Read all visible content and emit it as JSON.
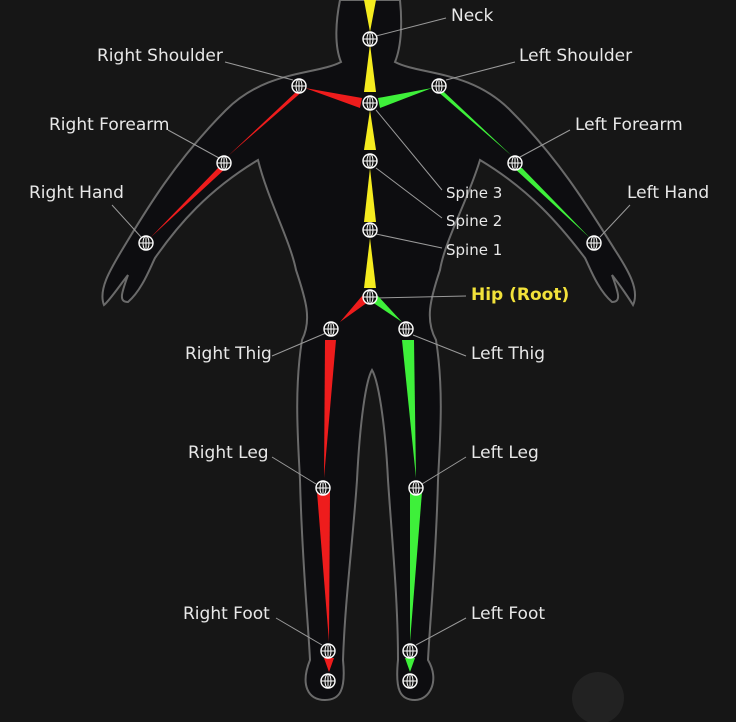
{
  "labels": {
    "neck": "Neck",
    "right_shoulder": "Right Shoulder",
    "left_shoulder": "Left Shoulder",
    "right_forearm": "Right Forearm",
    "left_forearm": "Left Forearm",
    "right_hand": "Right Hand",
    "left_hand": "Left Hand",
    "spine3": "Spine 3",
    "spine2": "Spine 2",
    "spine1": "Spine 1",
    "hip": "Hip (Root)",
    "right_thig": "Right Thig",
    "left_thig": "Left Thig",
    "right_leg": "Right Leg",
    "left_leg": "Left Leg",
    "right_foot": "Right Foot",
    "left_foot": "Left Foot"
  },
  "colors": {
    "spine": "#f5ec1f",
    "right": "#ee1c1c",
    "left": "#3ef03a",
    "hip_label": "#f2e23a",
    "outline": "#6a6a6a",
    "body_fill": "#0d0d10",
    "joint": "#ffffff"
  },
  "icons": {
    "joint": "globe-joint-icon"
  }
}
